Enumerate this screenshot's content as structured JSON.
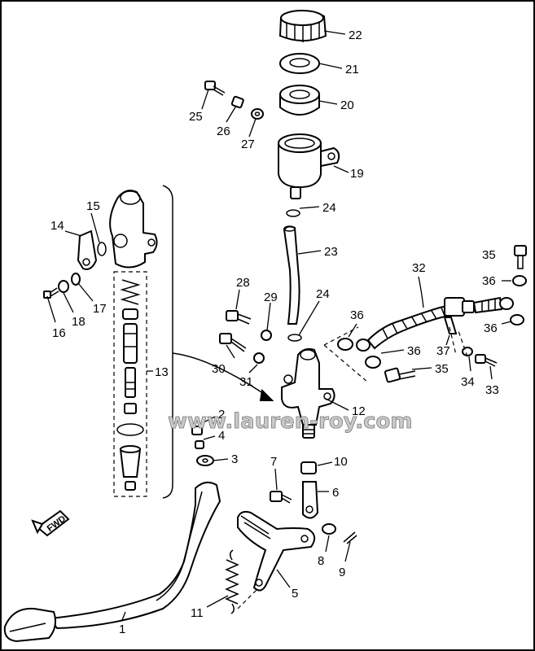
{
  "watermark": "www.lauren-roy.com",
  "forward_label": "FWD",
  "callouts": [
    {
      "id": "c22",
      "text": "22"
    },
    {
      "id": "c21",
      "text": "21"
    },
    {
      "id": "c20",
      "text": "20"
    },
    {
      "id": "c19",
      "text": "19"
    },
    {
      "id": "c25",
      "text": "25"
    },
    {
      "id": "c26",
      "text": "26"
    },
    {
      "id": "c27",
      "text": "27"
    },
    {
      "id": "c24a",
      "text": "24"
    },
    {
      "id": "c23",
      "text": "23"
    },
    {
      "id": "c24b",
      "text": "24"
    },
    {
      "id": "c15",
      "text": "15"
    },
    {
      "id": "c14",
      "text": "14"
    },
    {
      "id": "c17",
      "text": "17"
    },
    {
      "id": "c18",
      "text": "18"
    },
    {
      "id": "c16",
      "text": "16"
    },
    {
      "id": "c13",
      "text": "13"
    },
    {
      "id": "c28",
      "text": "28"
    },
    {
      "id": "c29",
      "text": "29"
    },
    {
      "id": "c30",
      "text": "30"
    },
    {
      "id": "c31",
      "text": "31"
    },
    {
      "id": "c12",
      "text": "12"
    },
    {
      "id": "c32",
      "text": "32"
    },
    {
      "id": "c35a",
      "text": "35"
    },
    {
      "id": "c36a",
      "text": "36"
    },
    {
      "id": "c36b",
      "text": "36"
    },
    {
      "id": "c36c",
      "text": "36"
    },
    {
      "id": "c36d",
      "text": "36"
    },
    {
      "id": "c37",
      "text": "37"
    },
    {
      "id": "c35b",
      "text": "35"
    },
    {
      "id": "c34",
      "text": "34"
    },
    {
      "id": "c33",
      "text": "33"
    },
    {
      "id": "c2",
      "text": "2"
    },
    {
      "id": "c4",
      "text": "4"
    },
    {
      "id": "c3",
      "text": "3"
    },
    {
      "id": "c7",
      "text": "7"
    },
    {
      "id": "c10",
      "text": "10"
    },
    {
      "id": "c6",
      "text": "6"
    },
    {
      "id": "c8",
      "text": "8"
    },
    {
      "id": "c9",
      "text": "9"
    },
    {
      "id": "c5",
      "text": "5"
    },
    {
      "id": "c11",
      "text": "11"
    },
    {
      "id": "c1",
      "text": "1"
    }
  ]
}
